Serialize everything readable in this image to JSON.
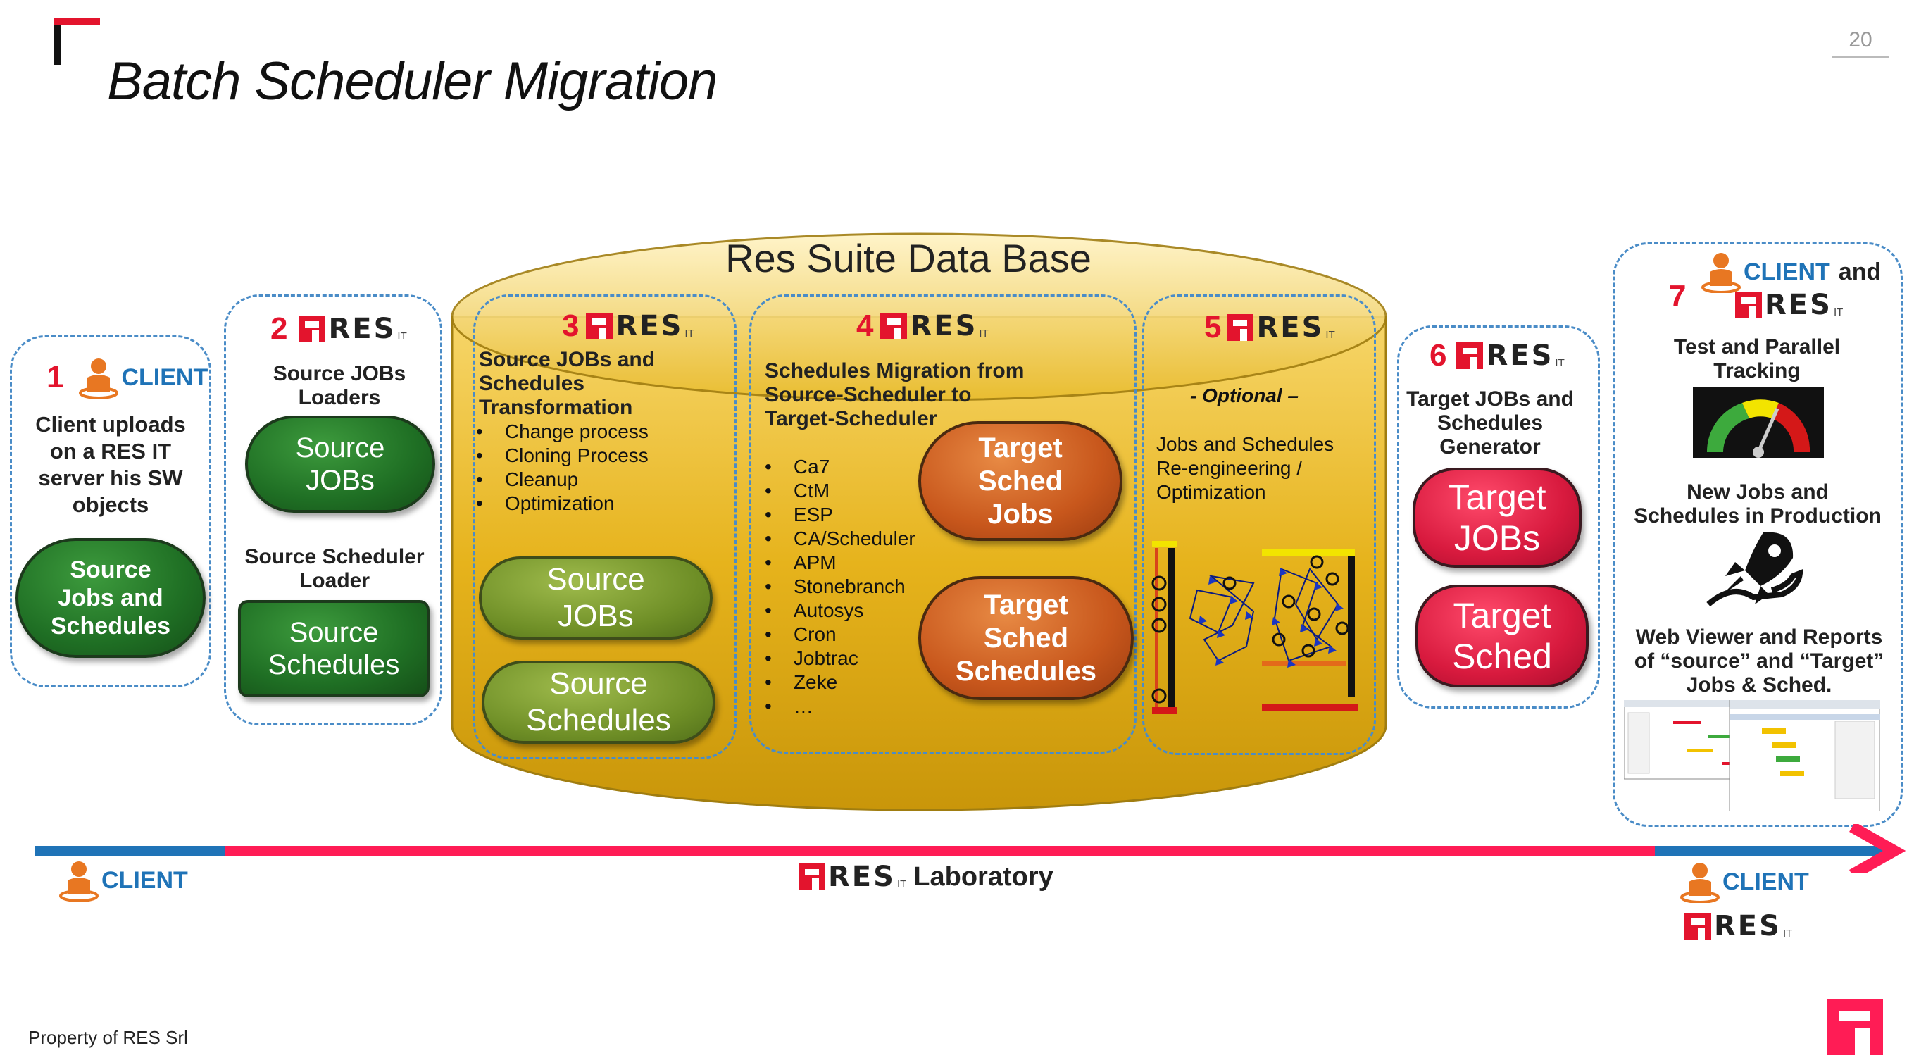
{
  "page": {
    "title": "Batch Scheduler Migration",
    "page_number": "20",
    "footer": "Property of RES Srl"
  },
  "brand": {
    "red": "#e3142d",
    "blue": "#1f73b7",
    "logo_word": "RES",
    "logo_sup": "IT",
    "client_label": "CLIENT"
  },
  "step1": {
    "num": "1",
    "text": "Client uploads on a RES IT server his SW objects",
    "pill": "Source Jobs and Schedules"
  },
  "step2": {
    "num": "2",
    "heading1": "Source JOBs Loaders",
    "pill1": "Source JOBs",
    "heading2": "Source Scheduler Loader",
    "pill2": "Source Schedules"
  },
  "db": {
    "title": "Res Suite Data Base"
  },
  "step3": {
    "num": "3",
    "heading": "Source JOBs and Schedules Transformation",
    "bullets": [
      "Change process",
      "Cloning Process",
      "Cleanup",
      "Optimization"
    ],
    "pill1": "Source JOBs",
    "pill2": "Source Schedules"
  },
  "step4": {
    "num": "4",
    "heading": "Schedules Migration from Source-Scheduler to Target-Scheduler",
    "bullets": [
      "Ca7",
      "CtM",
      "ESP",
      "CA/Scheduler",
      "APM",
      "Stonebranch",
      "Autosys",
      "Cron",
      "Jobtrac",
      "Zeke",
      "…"
    ],
    "pill1": "Target Sched Jobs",
    "pill2": "Target Sched Schedules"
  },
  "step5": {
    "num": "5",
    "optional": "- Optional –",
    "text": "Jobs and Schedules Re-engineering / Optimization"
  },
  "step6": {
    "num": "6",
    "heading": "Target JOBs and Schedules Generator",
    "pill1": "Target JOBs",
    "pill2": "Target Sched"
  },
  "step7": {
    "num": "7",
    "and": "and",
    "heading1": "Test and Parallel Tracking",
    "heading2": "New Jobs and Schedules in Production",
    "heading3": "Web Viewer and Reports of “source” and “Target” Jobs & Sched."
  },
  "timeline": {
    "lab_label": "Laboratory"
  }
}
